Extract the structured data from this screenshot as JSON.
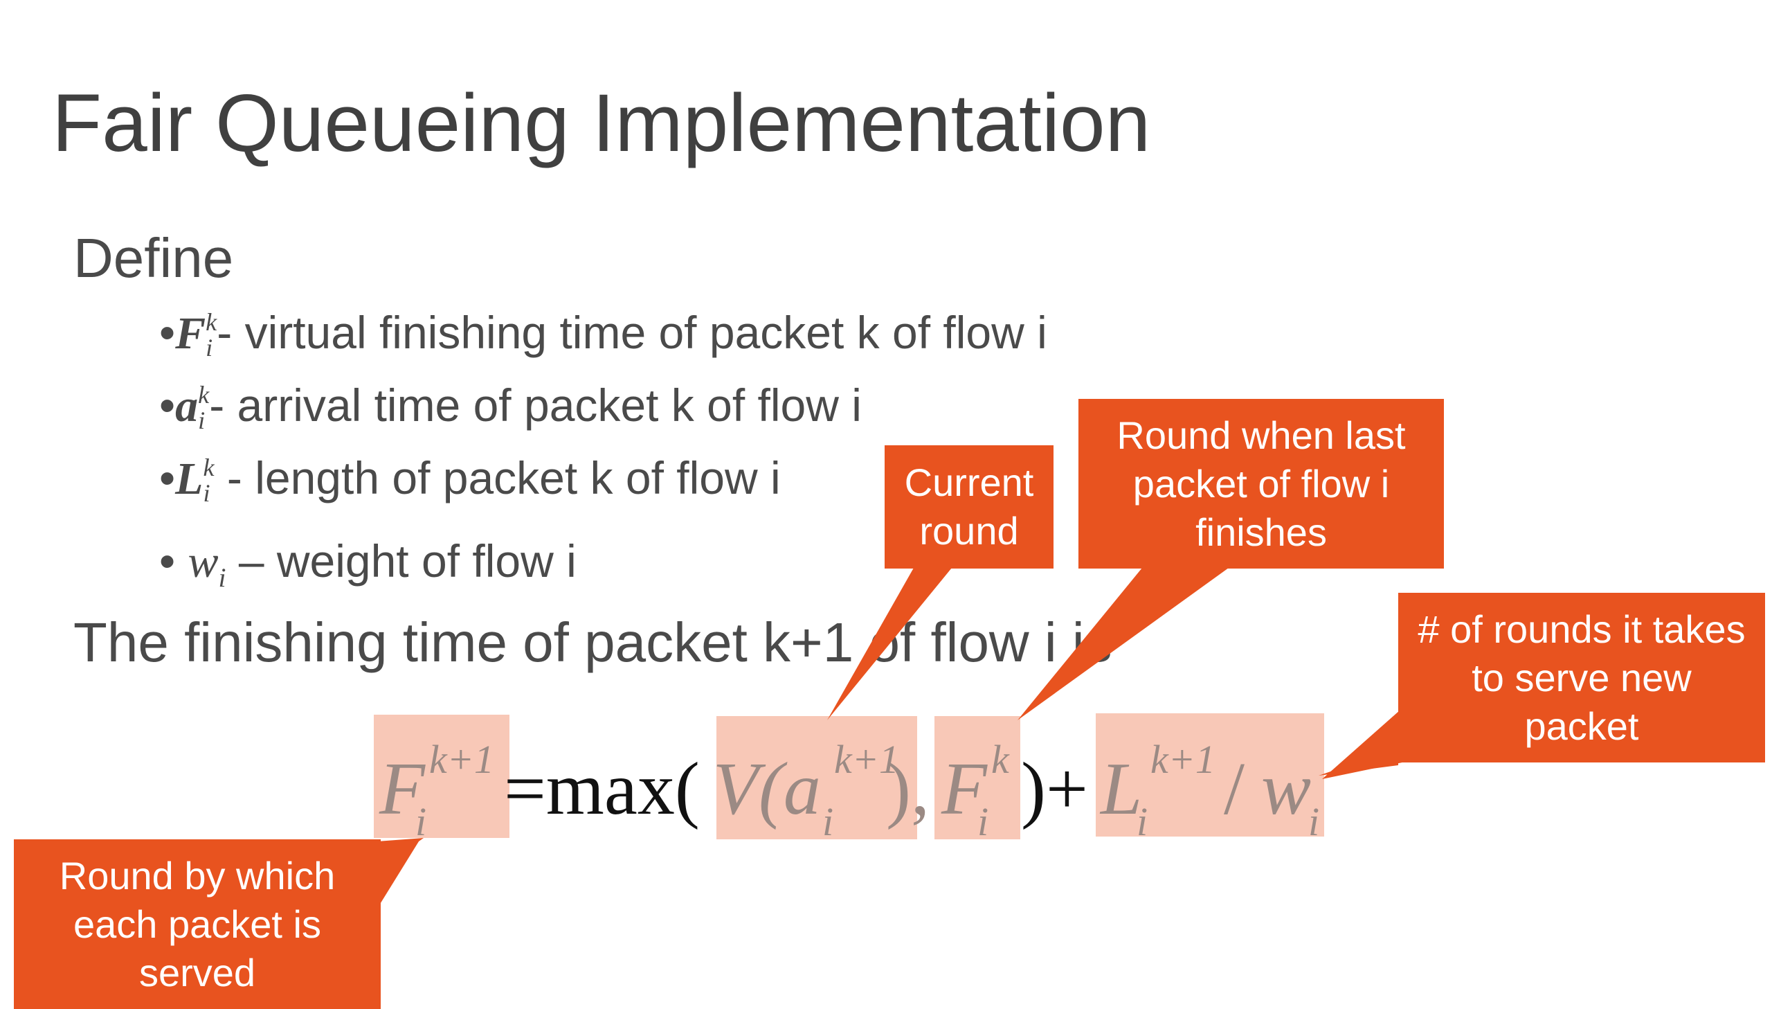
{
  "slide": {
    "title": "Fair Queueing Implementation",
    "define_label": "Define",
    "bullets": [
      {
        "sym": "F",
        "sub": "i",
        "sup": "k",
        "text": "- virtual finishing time of packet k of flow i"
      },
      {
        "sym": "a",
        "sub": "i",
        "sup": "k",
        "text": "- arrival time of packet k of flow i"
      },
      {
        "sym": "L",
        "sub": "i",
        "sup": "k",
        "text": " - length of packet k of flow i"
      },
      {
        "sym": "w",
        "sub": "i",
        "sup": "",
        "text": " – weight of flow i"
      }
    ],
    "finishing_sentence": "The finishing time of packet k+1 of flow i is",
    "formula": {
      "lhs": "F",
      "lhs_sup": "k+1",
      "lhs_sub": "i",
      "eq": "=",
      "max": "max(",
      "v_open": "V(a",
      "v_sup": "k+1",
      "v_sub": "i",
      "v_close": "),",
      "f": "F",
      "f_sup": "k",
      "f_sub": "i",
      "plus": ")+",
      "l": "L",
      "l_sup": "k+1",
      "l_sub": "i",
      "slash": "/",
      "w": "w",
      "w_sub": "i"
    },
    "callouts": {
      "current_round": "Current\nround",
      "round_last_packet": "Round when last\npacket of flow i\nfinishes",
      "rounds_to_serve": "# of rounds it takes\nto serve new\npacket",
      "round_served": "Round by which\neach packet is\nserved"
    },
    "colors": {
      "callout": "#e8531f",
      "highlight": "#f8c8b7",
      "text": "#404040"
    }
  }
}
